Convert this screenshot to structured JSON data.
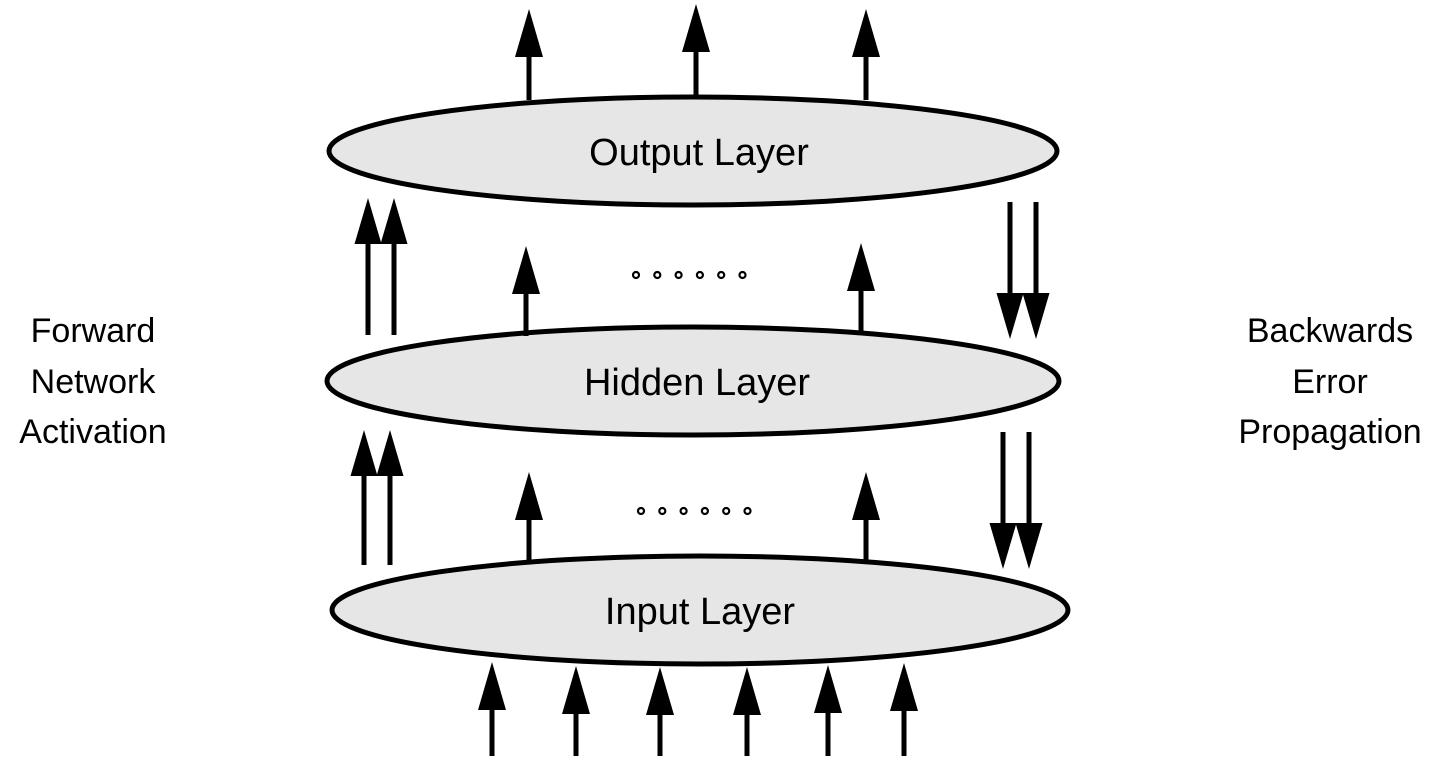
{
  "diagram": {
    "title": "Neural network forward activation and backward error propagation",
    "colors": {
      "layer_fill": "#e6e6e6",
      "stroke": "#000000",
      "background": "#ffffff"
    },
    "layers": [
      {
        "id": "output",
        "label": "Output Layer"
      },
      {
        "id": "hidden",
        "label": "Hidden Layer"
      },
      {
        "id": "input",
        "label": "Input Layer"
      }
    ],
    "ellipsis_between_layers": "......",
    "side_labels": {
      "left": [
        "Forward",
        "Network",
        "Activation"
      ],
      "right": [
        "Backwards",
        "Error",
        "Propagation"
      ]
    },
    "arrows": {
      "input_arrows_count": 6,
      "output_arrows_count": 3,
      "inter_layer_arrows_each_gap": 2,
      "forward_direction": "up",
      "backward_direction": "down"
    }
  }
}
